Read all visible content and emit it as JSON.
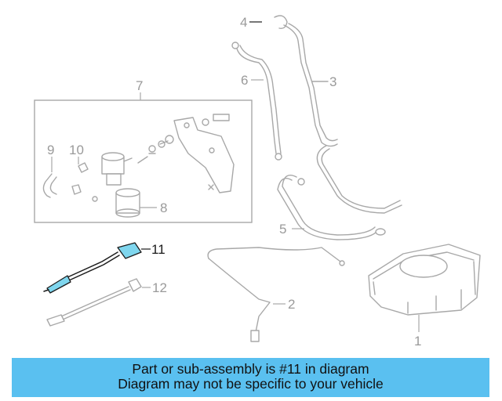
{
  "diagram": {
    "callouts": {
      "c1": "1",
      "c2": "2",
      "c3": "3",
      "c4": "4",
      "c5": "5",
      "c6": "6",
      "c7": "7",
      "c8": "8",
      "c9": "9",
      "c10": "10",
      "c11": "11",
      "c12": "12"
    },
    "highlighted_part": "11",
    "colors": {
      "highlight": "#7fd6ee",
      "banner": "#5ac0f0",
      "lines": "#a8a8a8"
    }
  },
  "banner": {
    "line1": "Part or sub-assembly is #11 in diagram",
    "line2": "Diagram may not be specific to your vehicle"
  }
}
